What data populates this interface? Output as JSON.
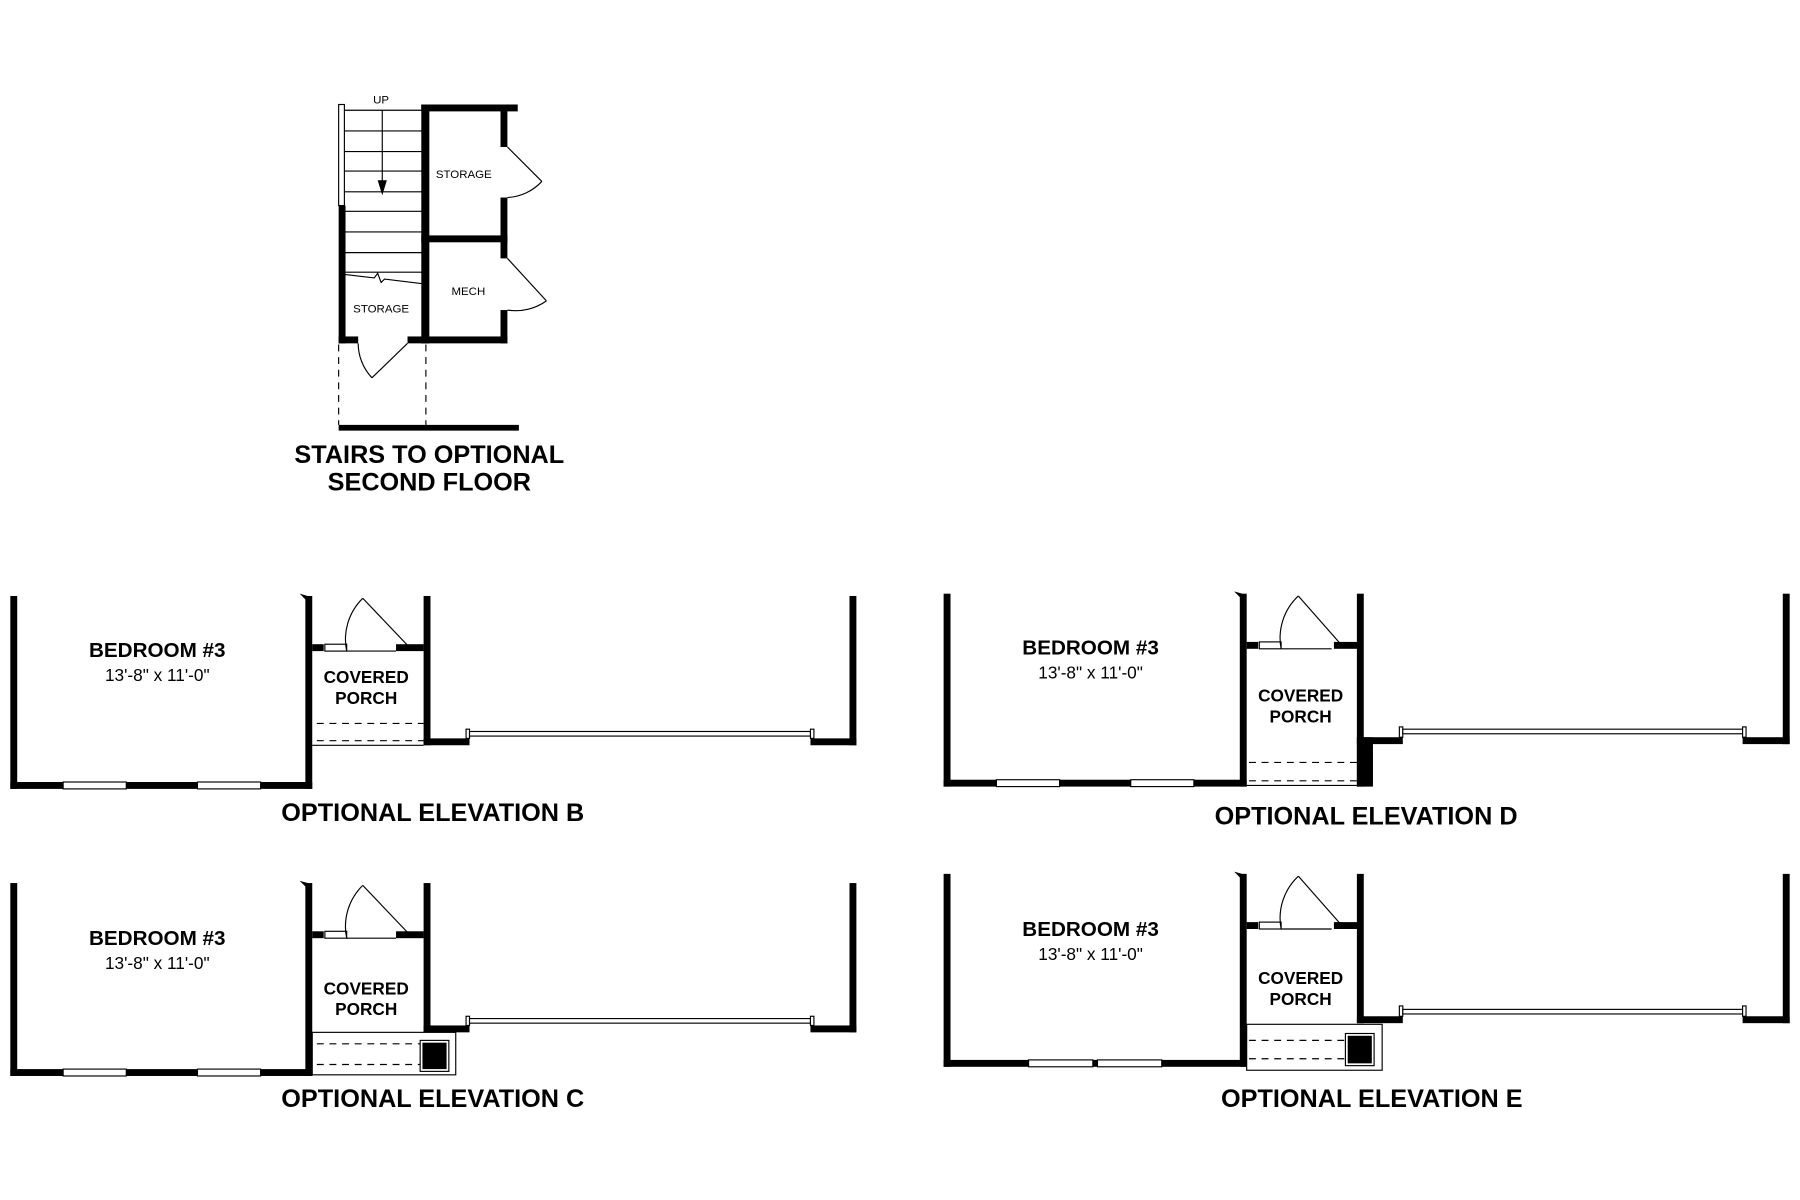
{
  "stairs": {
    "up_label": "UP",
    "storage_upper": "STORAGE",
    "mech": "MECH",
    "storage_lower": "STORAGE",
    "title_line1": "STAIRS TO OPTIONAL",
    "title_line2": "SECOND FLOOR"
  },
  "elevations": [
    {
      "room": "BEDROOM #3",
      "dims": "13'-8\" x 11'-0\"",
      "porch_line1": "COVERED",
      "porch_line2": "PORCH",
      "title": "OPTIONAL ELEVATION B"
    },
    {
      "room": "BEDROOM #3",
      "dims": "13'-8\" x 11'-0\"",
      "porch_line1": "COVERED",
      "porch_line2": "PORCH",
      "title": "OPTIONAL ELEVATION D"
    },
    {
      "room": "BEDROOM #3",
      "dims": "13'-8\" x 11'-0\"",
      "porch_line1": "COVERED",
      "porch_line2": "PORCH",
      "title": "OPTIONAL ELEVATION C"
    },
    {
      "room": "BEDROOM #3",
      "dims": "13'-8\" x 11'-0\"",
      "porch_line1": "COVERED",
      "porch_line2": "PORCH",
      "title": "OPTIONAL ELEVATION E"
    }
  ],
  "colors": {
    "ink": "#000000",
    "paper": "#ffffff"
  }
}
